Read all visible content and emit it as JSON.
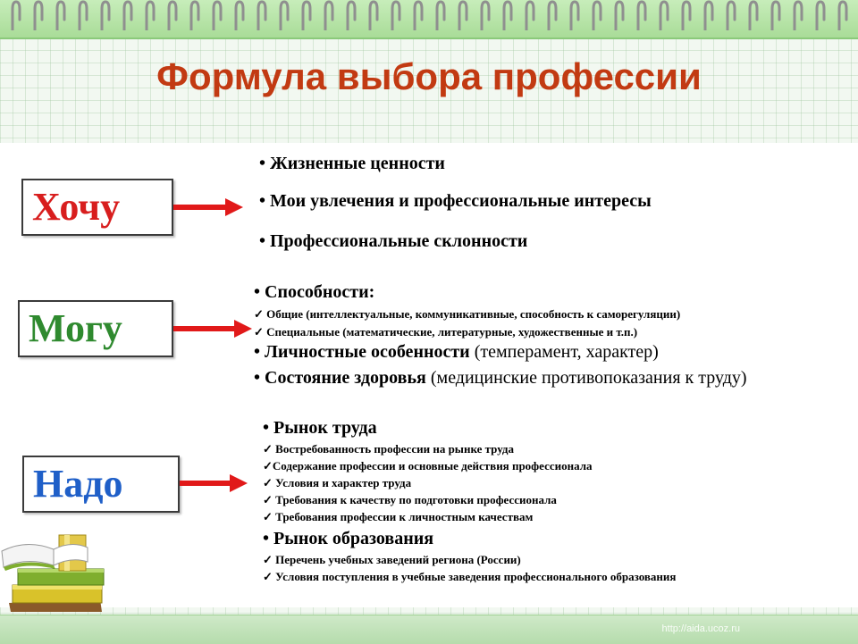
{
  "title": "Формула выбора профессии",
  "footer_url": "http://aida.ucoz.ru",
  "colors": {
    "title": "#c23a12",
    "want": "#d81e1e",
    "can": "#2f8a2f",
    "need": "#1f5fc8",
    "arrow": "#e11919"
  },
  "want": {
    "label": "Хочу",
    "items": [
      "• Жизненные ценности",
      "• Мои увлечения и профессиональные интересы",
      "• Профессиональные склонности"
    ]
  },
  "can": {
    "label": "Могу",
    "abilities": "• Способности:",
    "general": "✓ Общие (интеллектуальные, коммуникативные, способность к саморегуляции)",
    "special": "✓ Специальные (математические, литературные, художественные и т.п.)",
    "personal_main": "• Личностные особенности",
    "personal_detail": " (темперамент, характер)",
    "health_main": "• Состояние здоровья",
    "health_detail": " (медицинские противопоказания к труду)"
  },
  "need": {
    "label": "Надо",
    "labor_market": "• Рынок труда",
    "labor_items": [
      "✓ Востребованность профессии на рынке труда",
      "✓Содержание профессии и основные действия профессионала",
      "✓ Условия и характер труда",
      "✓ Требования к качеству по подготовки профессионала",
      "✓ Требования профессии к личностным качествам"
    ],
    "education_market": "• Рынок образования",
    "education_items": [
      "✓  Перечень учебных заведений региона (России)",
      "✓ Условия поступления в учебные заведения профессионального образования"
    ]
  }
}
